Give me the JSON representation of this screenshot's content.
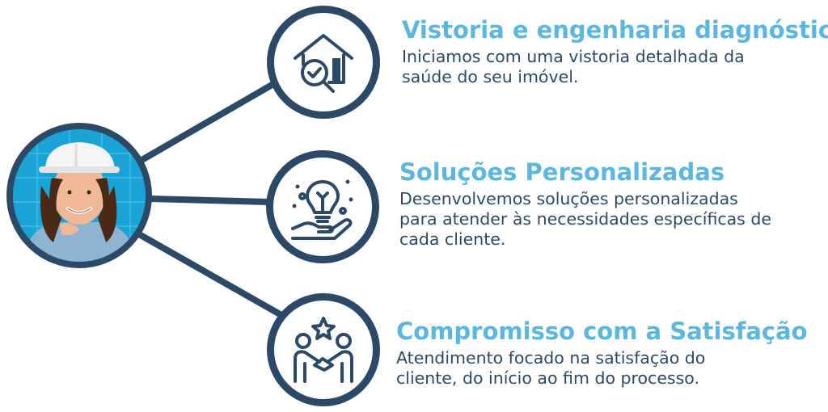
{
  "steps": [
    {
      "title": "Vistoria e engenharia diagnóstica",
      "lines": [
        "Iniciamos com uma vistoria detalhada da",
        "saúde do seu imóvel."
      ],
      "icon": "house-inspection-icon"
    },
    {
      "title": "Soluções Personalizadas",
      "lines": [
        "Desenvolvemos soluções personalizadas",
        "para atender às necessidades específicas de",
        "cada cliente."
      ],
      "icon": "lightbulb-hand-icon"
    },
    {
      "title": "Compromisso com a Satisfação",
      "lines": [
        "Atendimento focado na satisfação do",
        "cliente, do início ao fim do processo."
      ],
      "icon": "handshake-star-icon"
    }
  ],
  "colors": {
    "dark": "#2c4a68",
    "accent": "#5bb7df",
    "photo_bg": "#1aa3d6"
  }
}
